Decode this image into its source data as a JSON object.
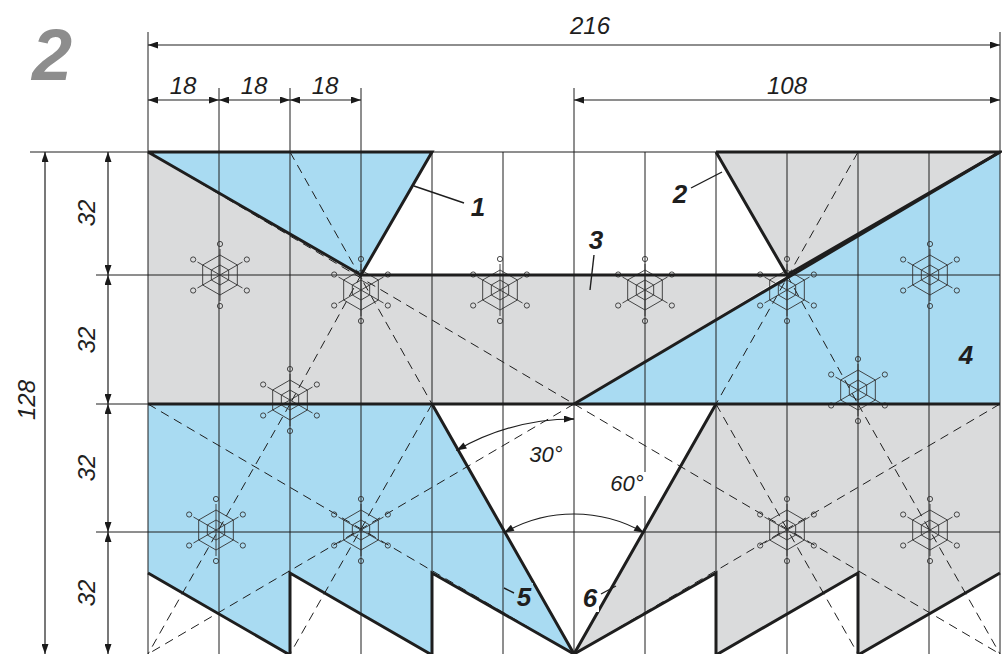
{
  "diagram": {
    "labels": [
      "2",
      "216",
      "18",
      "18",
      "18",
      "108",
      "32",
      "32",
      "32",
      "32",
      "128",
      "1",
      "2",
      "3",
      "4",
      "5",
      "6",
      "30°",
      "60°"
    ]
  }
}
